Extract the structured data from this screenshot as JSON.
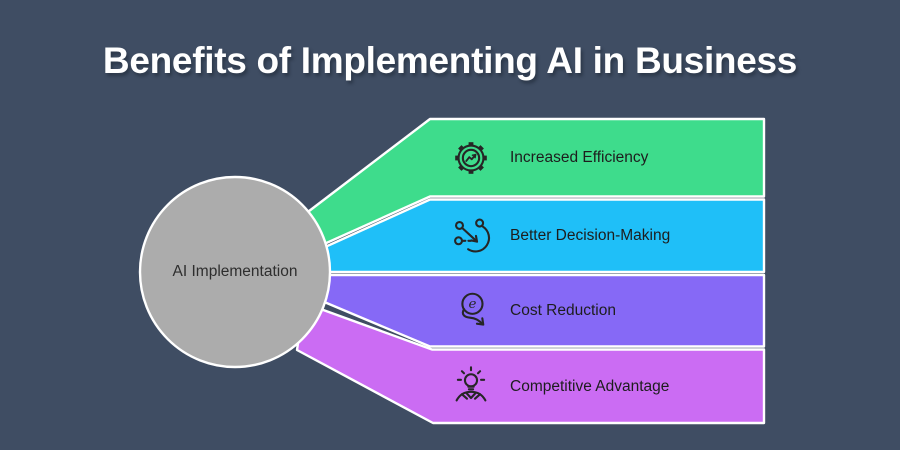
{
  "title": "Benefits of Implementing AI in Business",
  "center": {
    "label": "AI Implementation"
  },
  "benefits": [
    {
      "label": "Increased Efficiency",
      "color": "#3EDC8C",
      "icon": "gear-chart-icon"
    },
    {
      "label": "Better Decision-Making",
      "color": "#1FBFF8",
      "icon": "decision-path-icon"
    },
    {
      "label": "Cost Reduction",
      "color": "#8669F6",
      "icon": "cost-reduction-arrow-icon"
    },
    {
      "label": "Competitive Advantage",
      "color": "#CB6CF3",
      "icon": "idea-person-icon"
    }
  ],
  "colors": {
    "background": "#3F4D63",
    "circle_fill": "#ACACAC",
    "outline": "#FFFFFF",
    "title_text": "#FFFFFF",
    "label_text": "#1d1d1d"
  }
}
